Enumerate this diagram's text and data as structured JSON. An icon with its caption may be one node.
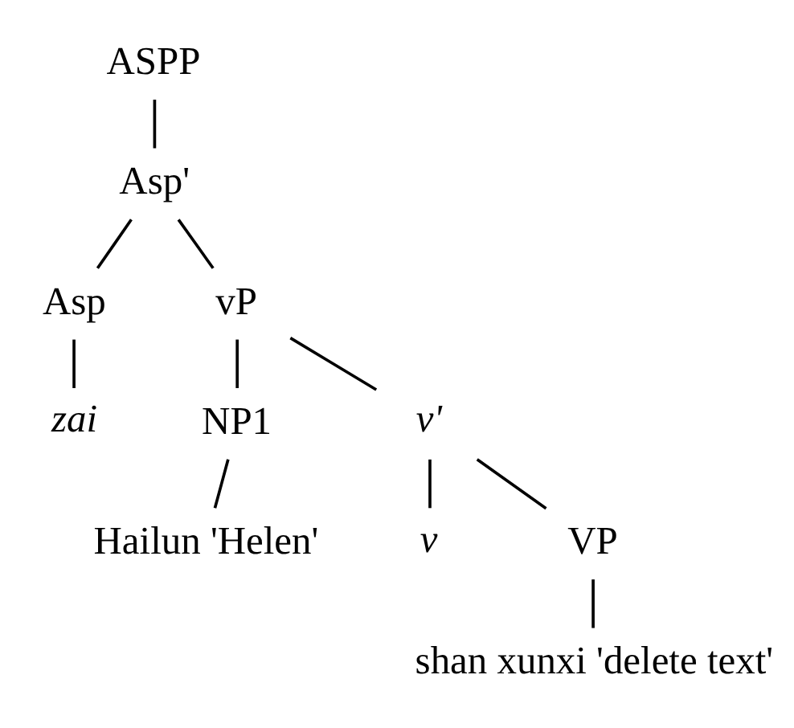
{
  "diagram": {
    "nodes": [
      {
        "text": [
          "ASPP"
        ]
      },
      {
        "text": [
          "Asp'"
        ]
      },
      {
        "text": [
          "Asp"
        ]
      },
      {
        "text": [
          "vP"
        ]
      },
      {
        "text": [
          "zai"
        ]
      },
      {
        "text": [
          "NP1"
        ]
      },
      {
        "text": [
          "v'"
        ]
      },
      {
        "text": [
          "Hailun 'Helen'"
        ]
      },
      {
        "text": [
          "v"
        ]
      },
      {
        "text": [
          "VP"
        ]
      },
      {
        "text": [
          "shan xunxi 'delete text'"
        ]
      }
    ],
    "edges": [
      {
        "from": 0,
        "to": 1,
        "arrow": "none"
      },
      {
        "from": 1,
        "to": 2,
        "arrow": "none"
      },
      {
        "from": 1,
        "to": 3,
        "arrow": "none"
      },
      {
        "from": 2,
        "to": 4,
        "arrow": "none"
      },
      {
        "from": 3,
        "to": 5,
        "arrow": "none"
      },
      {
        "from": 3,
        "to": 6,
        "arrow": "none"
      },
      {
        "from": 5,
        "to": 7,
        "arrow": "none"
      },
      {
        "from": 6,
        "to": 8,
        "arrow": "none"
      },
      {
        "from": 6,
        "to": 9,
        "arrow": "none"
      },
      {
        "from": 9,
        "to": 10,
        "arrow": "none"
      }
    ]
  }
}
